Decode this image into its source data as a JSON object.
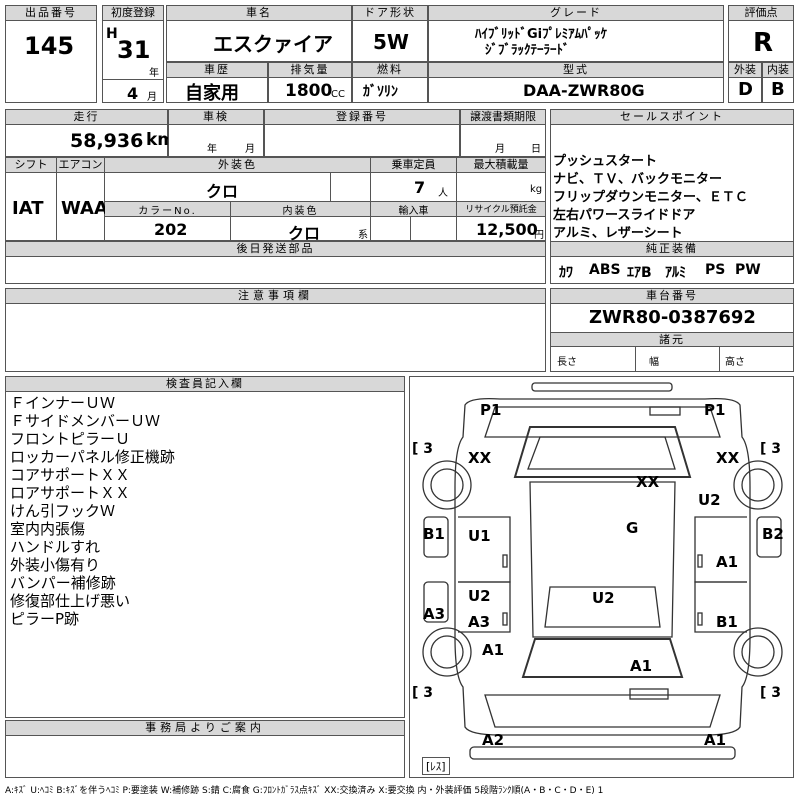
{
  "header": {
    "lot_label": "出品番号",
    "lot": "145",
    "first_reg_label": "初度登録",
    "era": "H",
    "year_num": "31",
    "year_unit": "年",
    "month_num": "4",
    "month_unit": "月",
    "car_name_label": "車名",
    "car_name": "エスクァイア",
    "door_label": "ドア形状",
    "door": "5W",
    "grade_label": "グレード",
    "grade_line1": "ﾊｲﾌﾞﾘｯﾄﾞGiﾌﾟﾚﾐｱﾑﾊﾟｯｹ",
    "grade_line2": "ｼﾞﾌﾞﾗｯｸﾃｰﾗｰﾄﾞ",
    "score_label": "評価点",
    "score": "R",
    "history_label": "車歴",
    "history": "自家用",
    "displacement_label": "排気量",
    "displacement": "1800",
    "cc": "CC",
    "fuel_label": "燃料",
    "fuel": "ｶﾞｿﾘﾝ",
    "model_label": "型式",
    "model": "DAA-ZWR80G",
    "ext_label": "外装",
    "ext": "D",
    "int_label": "内装",
    "int": "B"
  },
  "row2": {
    "mileage_label": "走行",
    "mileage": "58,936",
    "km": "km",
    "inspection_label": "車検",
    "insp_year_unit": "年",
    "insp_month_unit": "月",
    "reg_no_label": "登録番号",
    "transfer_label": "譲渡書類期限",
    "tr_month_unit": "月",
    "tr_day_unit": "日",
    "shift_label": "シフト",
    "shift": "IAT",
    "ac_label": "エアコン",
    "ac": "WAA",
    "ext_color_label": "外装色",
    "ext_color": "クロ",
    "capacity_label": "乗車定員",
    "capacity": "7",
    "capacity_unit": "人",
    "max_load_label": "最大積載量",
    "max_load_unit": "kg",
    "color_no_label": "カラーNo.",
    "color_no": "202",
    "int_color_label": "内装色",
    "int_color": "クロ",
    "int_color_unit": "系",
    "import_label": "輸入車",
    "recycle_label": "リサイクル預託金",
    "recycle": "12,500",
    "recycle_unit": "円",
    "later_parts_label": "後日発送部品"
  },
  "sales": {
    "label": "セールスポイント",
    "lines": [
      "プッシュスタート",
      "ナビ、ＴＶ、バックモニター",
      "フリップダウンモニター、ＥＴＣ",
      "左右パワースライドドア",
      "アルミ、レザーシート"
    ]
  },
  "equipment": {
    "label": "純正装備",
    "items": [
      "ｶﾜ",
      "ABS",
      "ｴｱB",
      "ｱﾙﾐ",
      "PS",
      "PW"
    ]
  },
  "caution": {
    "label": "注意事項欄"
  },
  "chassis": {
    "label": "車台番号",
    "value": "ZWR80-0387692",
    "spec_label": "諸元",
    "length": "長さ",
    "width": "幅",
    "height": "高さ"
  },
  "inspector": {
    "label": "検査員記入欄",
    "notes": [
      "ＦインナーＵＷ",
      "ＦサイドメンバーＵＷ",
      "フロントピラーＵ",
      "ロッカーパネル修正機跡",
      "コアサポートＸＸ",
      "ロアサポートＸＸ",
      "けん引フックＷ",
      "室内内張傷",
      "ハンドルすれ",
      "外装小傷有り",
      "バンパー補修跡",
      "修復部仕上げ悪い",
      "ピラーP跡"
    ]
  },
  "office": {
    "label": "事務局よりご案内"
  },
  "diagram": {
    "marks": {
      "p1l": "P1",
      "p1r": "P1",
      "t3l": "[ 3",
      "t3r": "[ 3",
      "xxl": "XX",
      "xxr": "XX",
      "xxc": "XX",
      "u2r": "U2",
      "g": "G",
      "b1l": "B1",
      "b2r": "B2",
      "u1": "U1",
      "a1r": "A1",
      "u2l": "U2",
      "u2c": "U2",
      "a3l": "A3",
      "a3b": "A3",
      "b1r": "B1",
      "a1l": "A1",
      "a1c": "A1",
      "b3l": "[ 3",
      "b3r": "[ 3",
      "a2": "A2",
      "a1b": "A1",
      "res": "[ﾚｽ]"
    }
  },
  "legend": "A:ｷｽﾞ U:ﾍｺﾐ B:ｷｽﾞを伴うﾍｺﾐ P:要塗装 W:補修跡 S:錆 C:腐食 G:ﾌﾛﾝﾄｶﾞﾗｽ点ｷｽﾞ XX:交換済み X:要交換 内・外装評価 5段階ﾗﾝｸ順(A・B・C・D・E) 1"
}
